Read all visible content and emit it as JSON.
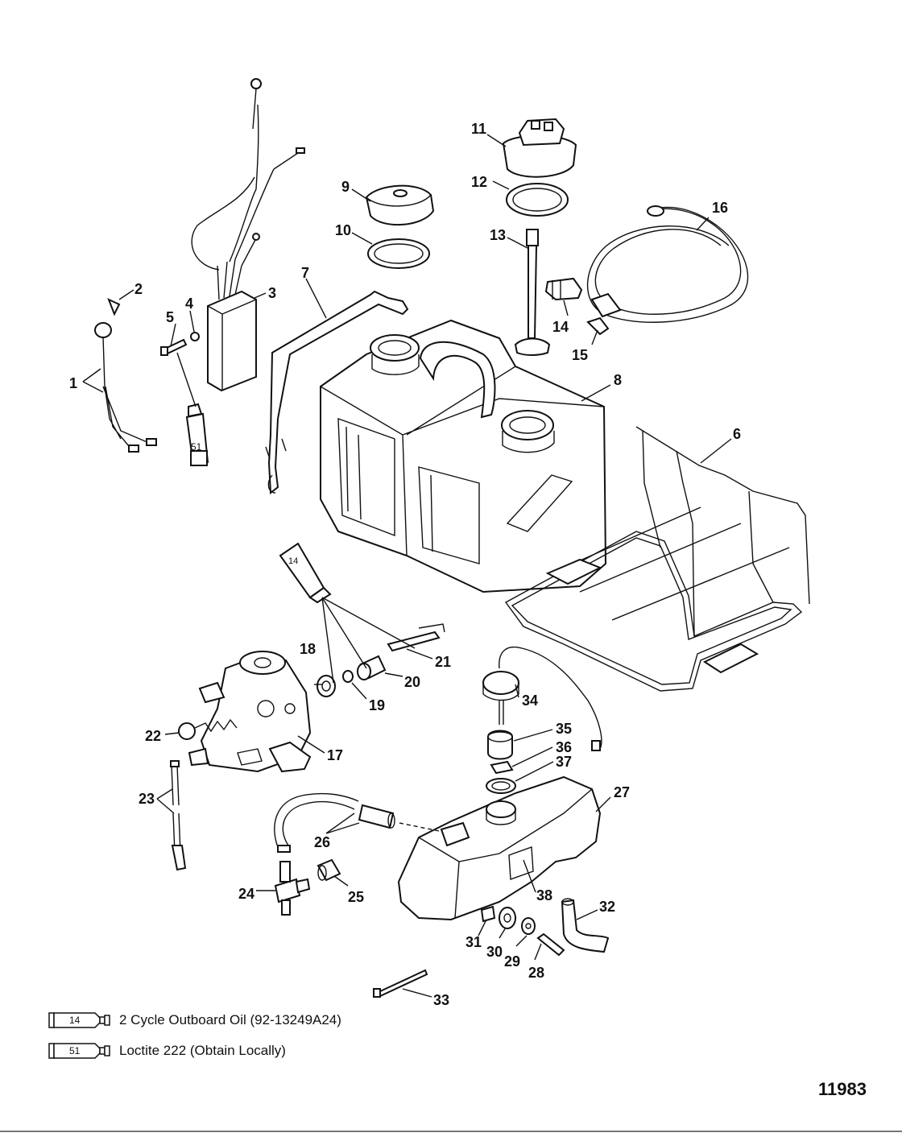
{
  "callouts": [
    "1",
    "2",
    "3",
    "4",
    "5",
    "6",
    "7",
    "8",
    "9",
    "10",
    "11",
    "12",
    "13",
    "14",
    "15",
    "16",
    "17",
    "18",
    "19",
    "20",
    "21",
    "22",
    "23",
    "24",
    "25",
    "26",
    "27",
    "28",
    "29",
    "30",
    "31",
    "32",
    "33",
    "34",
    "35",
    "36",
    "37",
    "38"
  ],
  "tube_labels": {
    "oil": "14",
    "loctite": "51"
  },
  "legend": [
    {
      "code": "14",
      "text": "2 Cycle Outboard Oil (92-13249A24)"
    },
    {
      "code": "51",
      "text": "Loctite 222  (Obtain Locally)"
    }
  ],
  "figure_number": "11983"
}
